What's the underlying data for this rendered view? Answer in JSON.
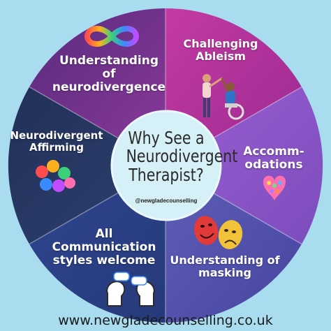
{
  "center": {
    "title_lines": [
      "Why See a",
      "Neurodivergent",
      "Therapist?"
    ],
    "handle": "@newgladecounselling"
  },
  "segments": [
    {
      "lines": [
        "Understanding",
        "of",
        "neurodivergence"
      ],
      "color": "#6f2f8c",
      "icon": "infinity-icon"
    },
    {
      "lines": [
        "Challenging",
        "Ableism"
      ],
      "color": "#b62f9a",
      "icon": "wheelchair-dance-icon"
    },
    {
      "lines": [
        "Accomm-",
        "odations"
      ],
      "color": "#8a52c8",
      "icon": "pop-it-heart-icon"
    },
    {
      "lines": [
        "Understanding of",
        "masking"
      ],
      "color": "#4f4fa8",
      "icon": "theatre-masks-icon"
    },
    {
      "lines": [
        "All",
        "Communication",
        "styles welcome"
      ],
      "color": "#2d3f86",
      "icon": "conversation-icon"
    },
    {
      "lines": [
        "Neurodivergent",
        "Affirming"
      ],
      "color": "#27375f",
      "icon": "rainbow-hands-icon"
    }
  ],
  "footer": "www.newgladecounselling.co.uk",
  "colors": {
    "background": "#a9dcef",
    "center_circle": "#d6f0f7"
  }
}
